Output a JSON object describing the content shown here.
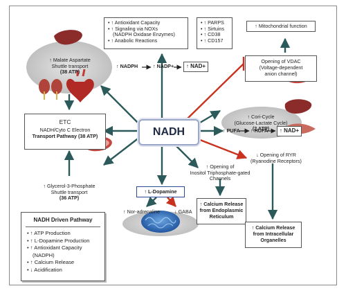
{
  "center": "NADH",
  "malate": [
    "↑ Malate Aspartate",
    "Shuttle transport",
    "(38 ATP)"
  ],
  "etc": [
    "ETC",
    "NADH/Cyto C Electron",
    "Transport Pathway (38 ATP)"
  ],
  "glycerol": [
    "↑ Glycerol-3-Phosphate",
    "Shuttle transport",
    "(36 ATP)"
  ],
  "antioxidant_list": [
    "↑ Antioxidant Capacity",
    "↑ Signaling via NOXs",
    "(NADPH Oxidase Enzymes)",
    "↑ Anabolic Reactions"
  ],
  "parps_list": [
    "↑ PARPS",
    "↑ Sirtuins",
    "↑ CD38",
    "↑ CD157"
  ],
  "mito": "↑ Mitochondrial function",
  "nadph_chain": {
    "a": "↑ NADPH",
    "b": "↑ NADP+",
    "c": "↑ NAD+"
  },
  "vdac": [
    "Opening of VDAC",
    "(Voltage-dependent",
    "anion channel)"
  ],
  "cori": [
    "↑ Cori-Cycle",
    "(Glucose-Lactate Cycle)",
    "(2 ATP)"
  ],
  "pufa_chain": {
    "a": "↑ PUFA",
    "b": "↑ HUFA",
    "c": "↑ NAD+"
  },
  "ryr": [
    "↓ Opening of RYR",
    "(Ryanodine Receptors)"
  ],
  "ip3": [
    "↑ Opening of",
    "Inositol Triphosphate-gated",
    "Channels"
  ],
  "er_release": [
    "↑ Calcium Release",
    "from Endoplasmic",
    "Reticulum"
  ],
  "intra_release": [
    "↑ Calcium Release",
    "from Intracellular",
    "Organelles"
  ],
  "ldopamine": "↑ L-Dopamine",
  "noradrenaline": "↑ Nor-adrenaline",
  "gaba": "↓ GABA",
  "legend": {
    "title": "NADH Driven Pathway",
    "items": [
      "↑ ATP Production",
      "↑ L-Dopamine Production",
      "↑ Antioxidant Capacity",
      "(NADPH)",
      "↑ Calcium Release",
      "↓ Acidification"
    ]
  },
  "colors": {
    "arrow": "#2c5a5a",
    "red": "#c8321e",
    "nadh_border": "#9aa7c6"
  }
}
